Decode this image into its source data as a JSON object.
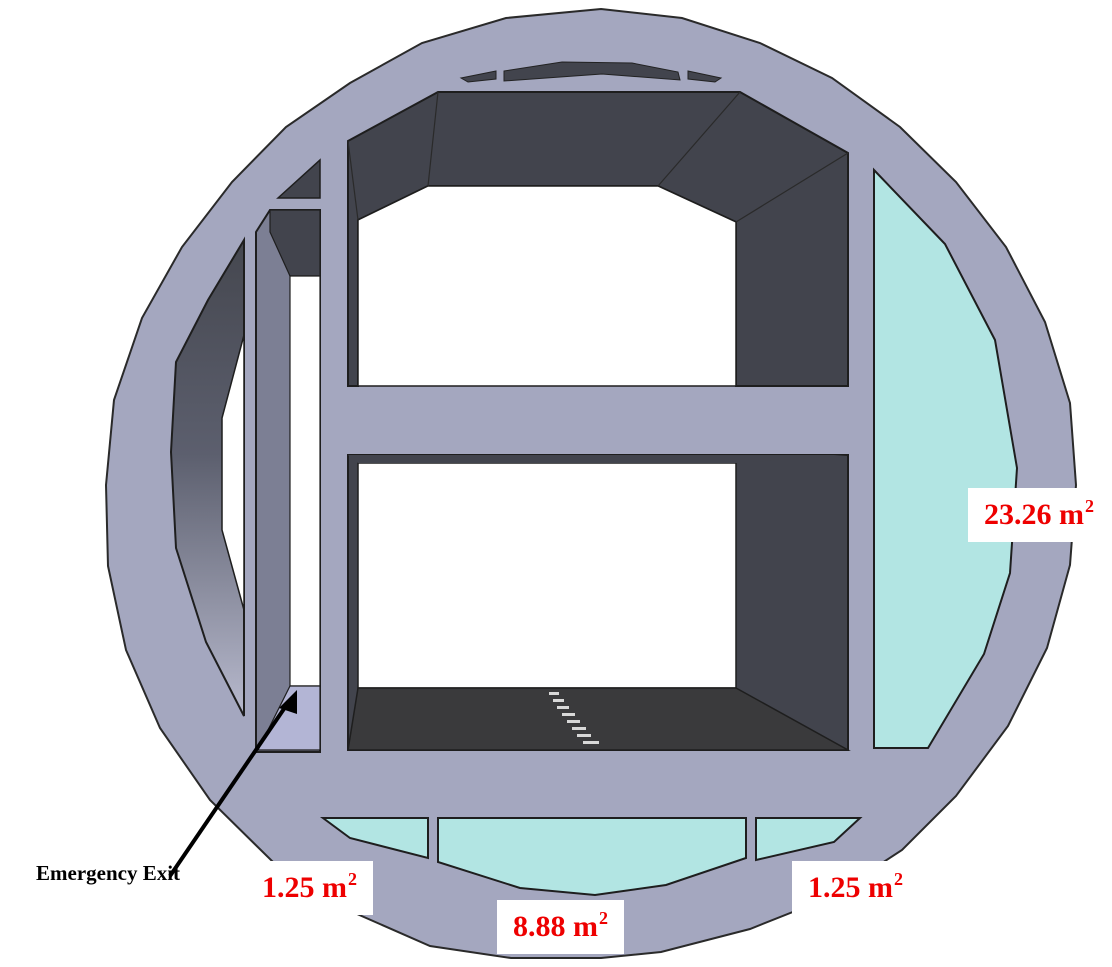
{
  "labels": {
    "emergency_exit": "Emergency Exit",
    "area_right": {
      "value": "23.26 m",
      "exponent": "2"
    },
    "area_bottom_left": {
      "value": "1.25 m",
      "exponent": "2"
    },
    "area_bottom_center": {
      "value": "8.88 m",
      "exponent": "2"
    },
    "area_bottom_right": {
      "value": "1.25 m",
      "exponent": "2"
    }
  },
  "colors": {
    "tunnel_lining": "#a4a7bf",
    "duct_fill": "#b2e5e3",
    "inner_wall_dark": "#42444d",
    "floor": "#3a3a3c",
    "exit_passage": "#7c7f94",
    "exit_floor": "#b3b5d5",
    "label_red": "#ee0000"
  }
}
